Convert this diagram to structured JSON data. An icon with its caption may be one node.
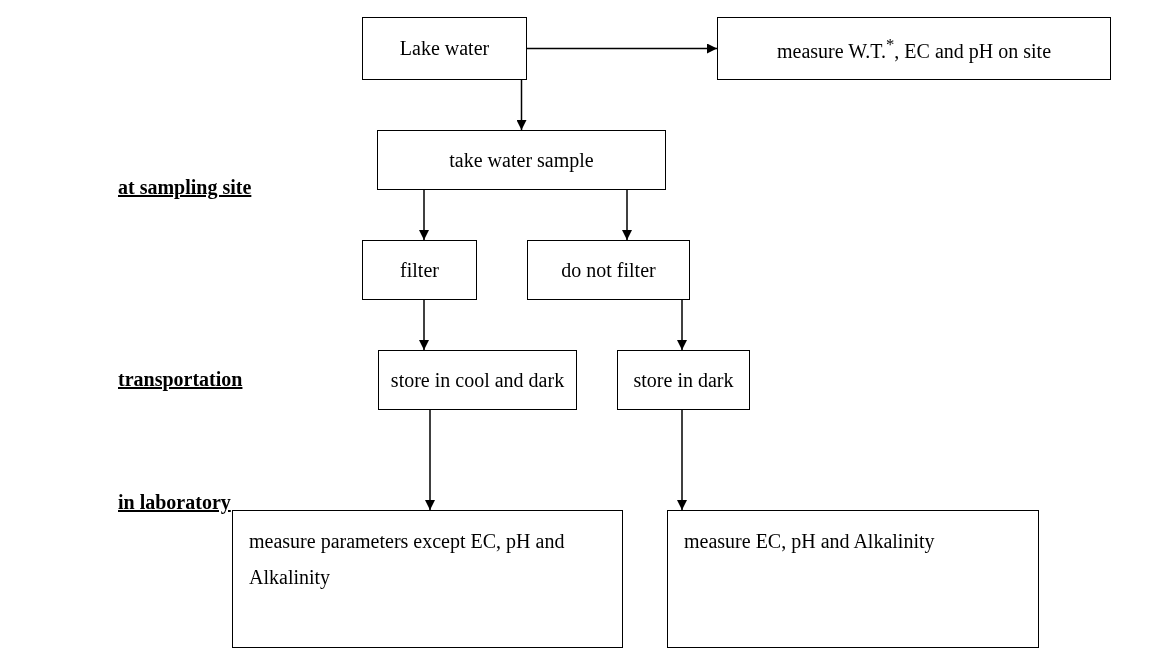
{
  "diagram": {
    "nodes": [
      {
        "text": [
          "Lake water"
        ]
      },
      {
        "text": [
          "measure W.T.$^{*}$, EC and pH on site"
        ]
      },
      {
        "text": [
          "take water sample"
        ]
      },
      {
        "text": [
          "filter"
        ]
      },
      {
        "text": [
          "do not filter"
        ]
      },
      {
        "text": [
          "store in cool and dark"
        ]
      },
      {
        "text": [
          "store in dark"
        ]
      },
      {
        "text": [
          "measure parameters except EC, pH and Alkalinity"
        ]
      },
      {
        "text": [
          "measure EC, pH and Alkalinity"
        ]
      }
    ],
    "edges": [
      {
        "from": 0,
        "to": 1,
        "arrow": "to"
      },
      {
        "from": 0,
        "to": 2,
        "arrow": "to"
      },
      {
        "from": 2,
        "to": 3,
        "arrow": "to"
      },
      {
        "from": 2,
        "to": 4,
        "arrow": "to"
      },
      {
        "from": 3,
        "to": 5,
        "arrow": "to"
      },
      {
        "from": 4,
        "to": 6,
        "arrow": "to"
      },
      {
        "from": 5,
        "to": 7,
        "arrow": "to"
      },
      {
        "from": 6,
        "to": 8,
        "arrow": "to"
      }
    ],
    "labels": [
      "at sampling site",
      "transportation",
      "in laboratory"
    ]
  }
}
